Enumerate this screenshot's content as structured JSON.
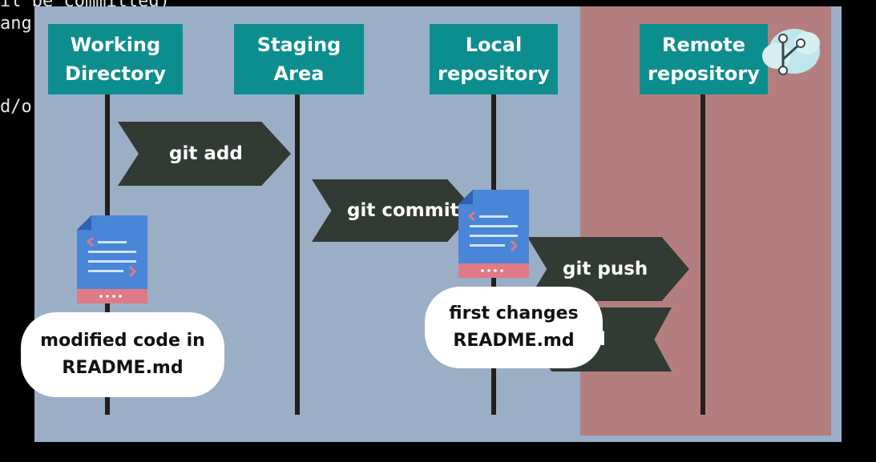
{
  "terminal": {
    "lines": [
      "il be committed)",
      "ang",
      "",
      "d/o"
    ]
  },
  "stages": {
    "working": "Working\nDirectory",
    "staging": "Staging\nArea",
    "local": "Local\nrepository",
    "remote": "Remote\nrepository"
  },
  "arrows": {
    "add": "git add",
    "commit": "git commit",
    "push": "git push",
    "pull": "ll"
  },
  "bubbles": {
    "working": "modified code in\nREADME.md",
    "local": "first changes\nREADME.md"
  },
  "colors": {
    "panel": "#9aaec6",
    "remote_zone": "#b57e7e",
    "header": "#0d8e8e",
    "arrow": "#323a34",
    "doc_blue": "#4a86d8",
    "doc_pink": "#e07a86"
  },
  "icons": {
    "file": "code-file-icon",
    "logo": "git-branch-cloud-icon"
  }
}
